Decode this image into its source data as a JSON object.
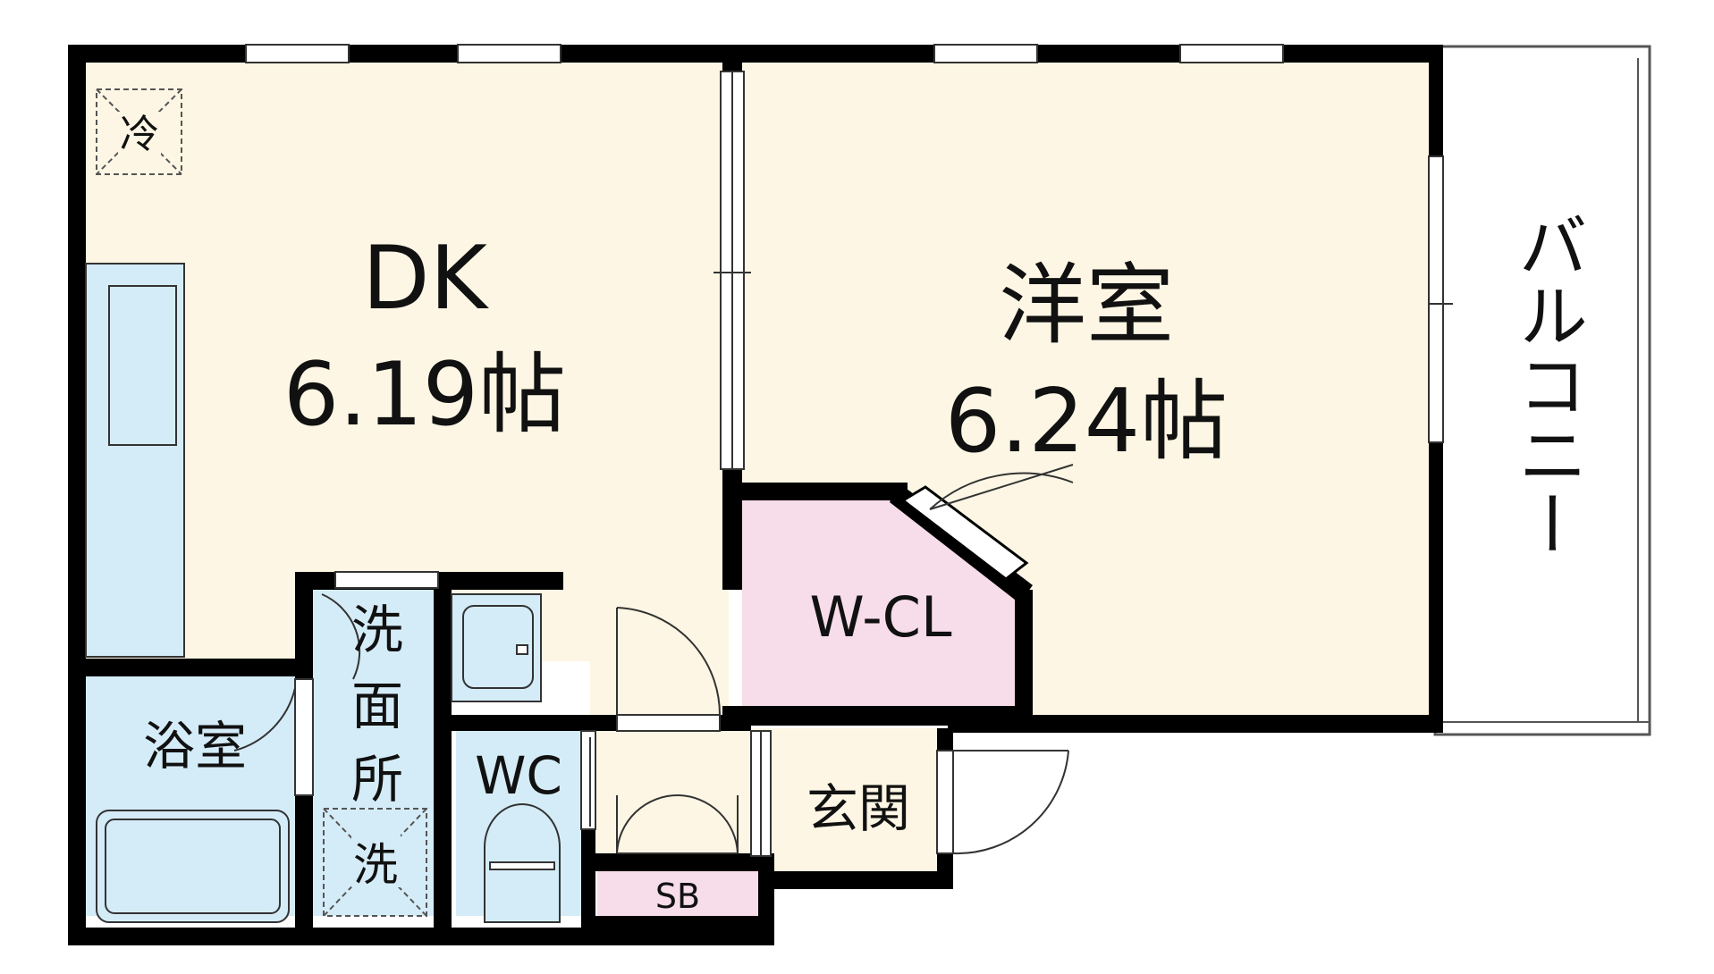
{
  "colors": {
    "wall": "#000000",
    "room_cream": "#fdf6e4",
    "wet_blue": "#d4ecf7",
    "closet_pink": "#f7dce9",
    "balcony": "#ffffff",
    "line": "#333333"
  },
  "rooms": {
    "dk": {
      "name": "DK",
      "size": "6.19帖"
    },
    "western": {
      "name": "洋室",
      "size": "6.24帖"
    },
    "walk_in_closet": {
      "name": "W-CL"
    },
    "bathroom": {
      "name": "浴室"
    },
    "washroom": {
      "name_line1": "洗",
      "name_line2": "面",
      "name_line3": "所"
    },
    "toilet": {
      "name": "WC"
    },
    "entrance": {
      "name": "玄関"
    },
    "shoe_box": {
      "name": "SB"
    },
    "balcony": {
      "name": "バルコニー"
    }
  },
  "fixtures": {
    "fridge_space": "冷",
    "washer_space": "洗"
  }
}
